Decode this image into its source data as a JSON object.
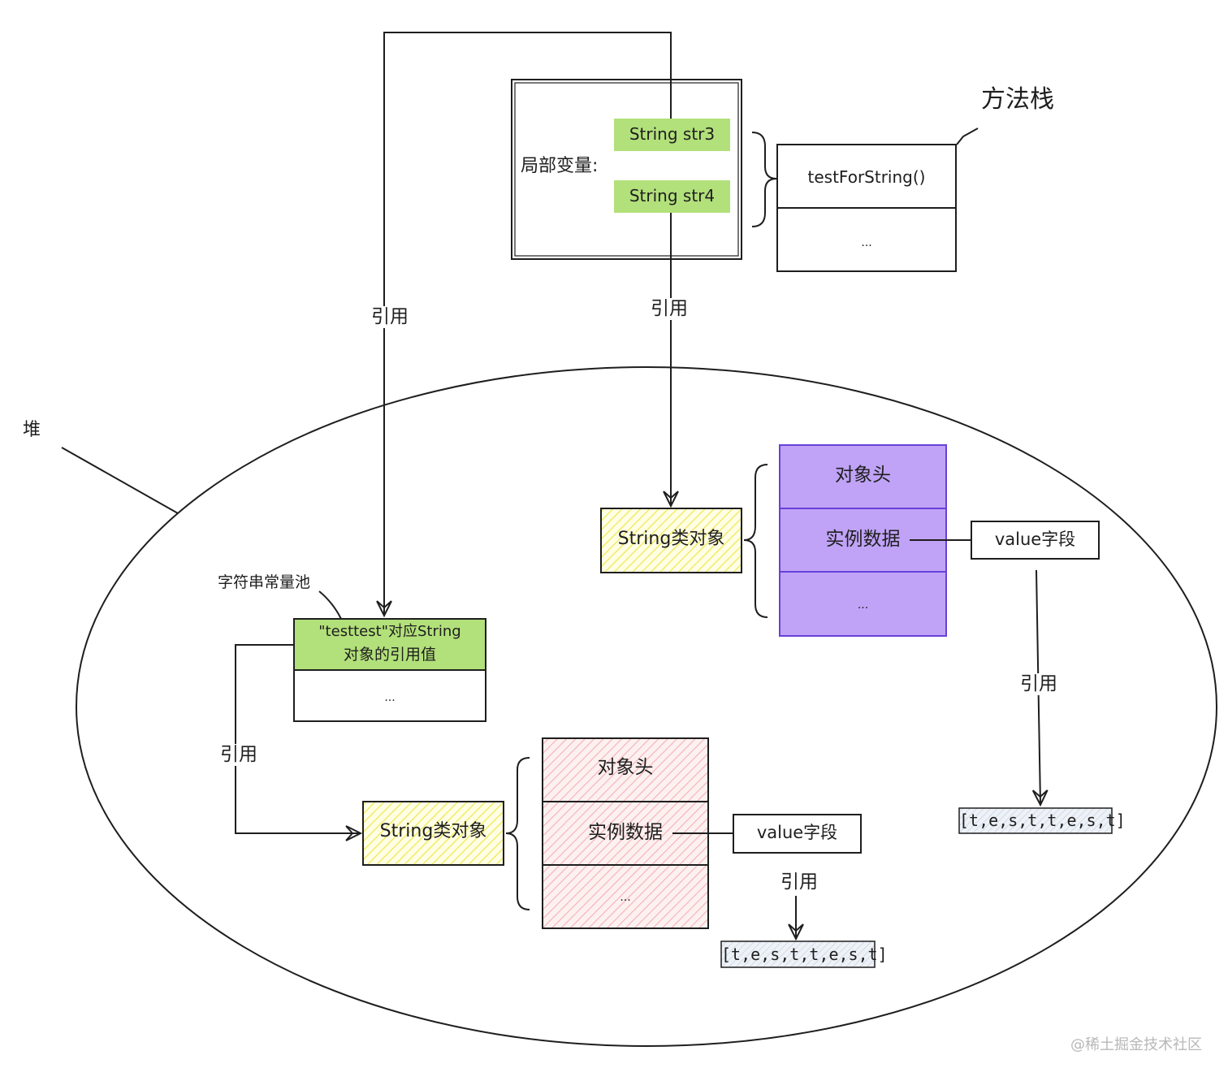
{
  "method_stack": {
    "title": "方法栈",
    "local_vars_label": "局部变量:",
    "var_a": "String str3",
    "var_b": "String str4",
    "frame_label": "testForString()",
    "frame_more": "..."
  },
  "heap": {
    "title": "堆",
    "pool_label": "字符串常量池",
    "pool_entry_line1": "\"testtest\"对应String",
    "pool_entry_line2": "对象的引用值",
    "pool_more": "...",
    "string_obj_top": "String类对象",
    "string_obj_bottom": "String类对象",
    "obj_header_top": "对象头",
    "obj_instance_top": "实例数据",
    "obj_more_top": "...",
    "obj_header_bottom": "对象头",
    "obj_instance_bottom": "实例数据",
    "obj_more_bottom": "...",
    "value_field_top": "value字段",
    "value_field_bottom": "value字段",
    "char_array_top": "[t,e,s,t,t,e,s,t]",
    "char_array_bottom": "[t,e,s,t,t,e,s,t]"
  },
  "edges": {
    "ref_left": "引用",
    "ref_center": "引用",
    "ref_right": "引用",
    "ref_pool": "引用",
    "ref_bottom_value": "引用"
  },
  "watermark": "@稀土掘金技术社区",
  "colors": {
    "green": "#b2e07a",
    "yellow_hatch": "#fff176",
    "purple": "#c0a3f7",
    "purple_border": "#6741d9",
    "pink_hatch": "#f5a3a3",
    "array_fill": "#e3e9f2",
    "stroke": "#1e1e1e"
  }
}
